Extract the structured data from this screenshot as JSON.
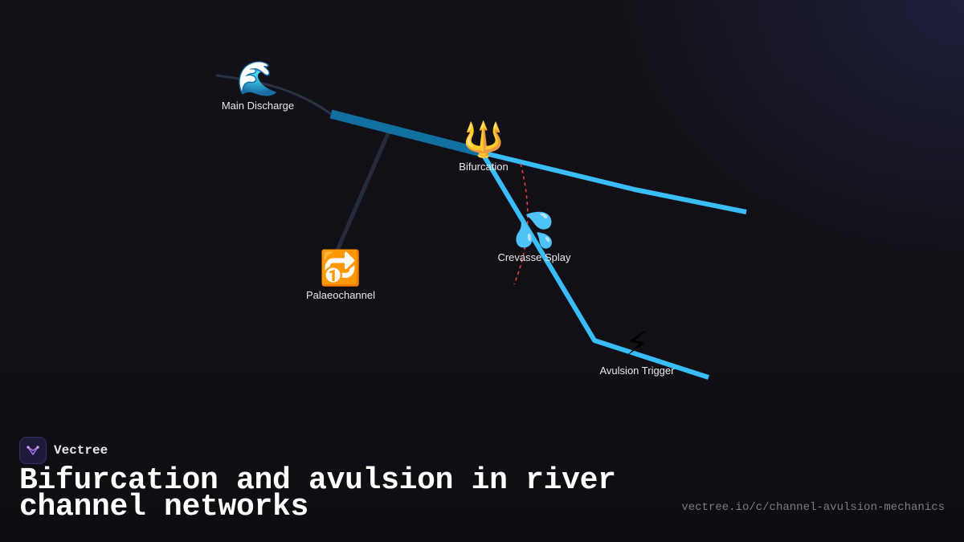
{
  "brand": {
    "name": "Vectree",
    "logo_icon": "vectree-logo-icon",
    "logo_color": "#9b6cf0"
  },
  "title": "Bifurcation and avulsion in river channel networks",
  "url": "vectree.io/c/channel-avulsion-mechanics",
  "colors": {
    "background": "#111016",
    "active_channel": "#38bdf8",
    "upstream_channel": "#1270a0",
    "inactive_channel": "#262a3a",
    "splay_path": "#e0424a",
    "label": "#e8e8ee"
  },
  "nodes": [
    {
      "id": "main-discharge",
      "label": "Main Discharge",
      "icon": "wave-icon",
      "glyph": "🌊"
    },
    {
      "id": "bifurcation",
      "label": "Bifurcation",
      "icon": "trident-icon",
      "glyph": "🔱"
    },
    {
      "id": "palaeochannel",
      "label": "Palaeochannel",
      "icon": "repeat-one-icon",
      "glyph": "🔂"
    },
    {
      "id": "crevasse-splay",
      "label": "Crevasse Splay",
      "icon": "droplets-icon",
      "glyph": "💦"
    },
    {
      "id": "avulsion-trigger",
      "label": "Avulsion Trigger",
      "icon": "lightning-icon",
      "glyph": "⚡"
    }
  ],
  "edges": [
    {
      "from": "main-discharge",
      "to": "bifurcation",
      "style": "upstream-channel"
    },
    {
      "from": "bifurcation",
      "to": "palaeochannel",
      "style": "abandoned-channel"
    },
    {
      "from": "bifurcation",
      "to": "downstream",
      "style": "active-channel"
    },
    {
      "from": "bifurcation",
      "to": "avulsion-trigger",
      "style": "active-channel"
    },
    {
      "from": "bifurcation",
      "to": "crevasse-splay",
      "style": "splay-flow"
    }
  ]
}
